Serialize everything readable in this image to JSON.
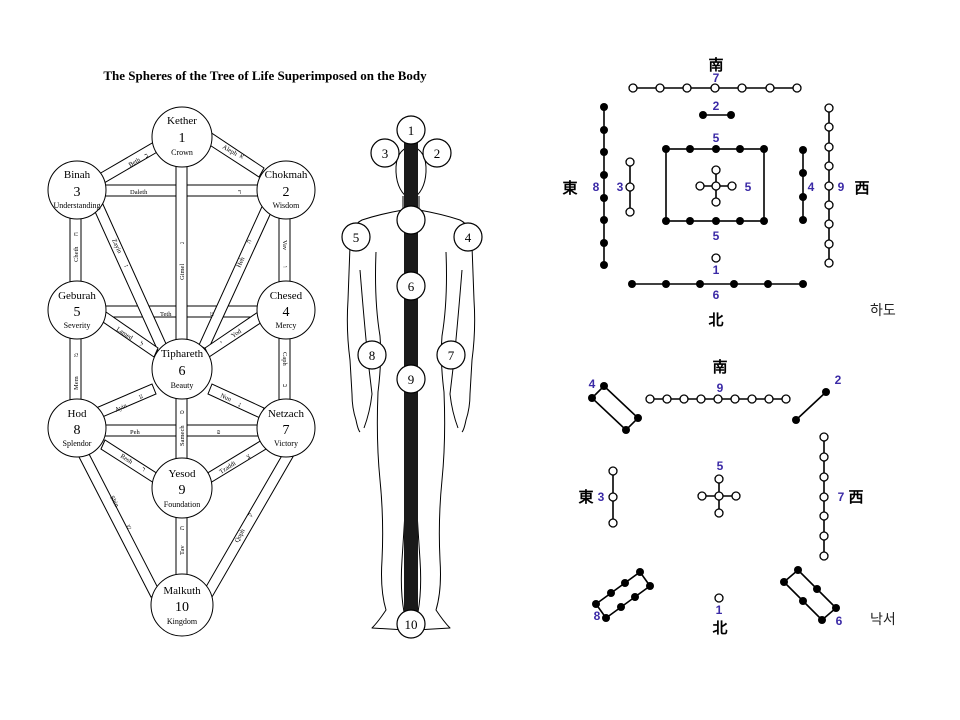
{
  "tree": {
    "title": "The Spheres of the Tree of Life Superimposed on the Body",
    "sephirot": [
      {
        "name": "Kether",
        "number": "1",
        "meaning": "Crown"
      },
      {
        "name": "Chokmah",
        "number": "2",
        "meaning": "Wisdom"
      },
      {
        "name": "Binah",
        "number": "3",
        "meaning": "Understanding"
      },
      {
        "name": "Chesed",
        "number": "4",
        "meaning": "Mercy"
      },
      {
        "name": "Geburah",
        "number": "5",
        "meaning": "Severity"
      },
      {
        "name": "Tiphareth",
        "number": "6",
        "meaning": "Beauty"
      },
      {
        "name": "Netzach",
        "number": "7",
        "meaning": "Victory"
      },
      {
        "name": "Hod",
        "number": "8",
        "meaning": "Splendor"
      },
      {
        "name": "Yesod",
        "number": "9",
        "meaning": "Foundation"
      },
      {
        "name": "Malkuth",
        "number": "10",
        "meaning": "Kingdom"
      }
    ],
    "paths": [
      {
        "label": "Aleph",
        "letter": "א"
      },
      {
        "label": "Beth",
        "letter": "ב"
      },
      {
        "label": "Gimel",
        "letter": "ג"
      },
      {
        "label": "Daleth",
        "letter": "ד"
      },
      {
        "label": "Heh",
        "letter": "ה"
      },
      {
        "label": "Vav",
        "letter": "ו"
      },
      {
        "label": "Zayin",
        "letter": "ז"
      },
      {
        "label": "Cheth",
        "letter": "ח"
      },
      {
        "label": "Teth",
        "letter": "ט"
      },
      {
        "label": "Yod",
        "letter": "י"
      },
      {
        "label": "Caph",
        "letter": "כ"
      },
      {
        "label": "Lamed",
        "letter": "ל"
      },
      {
        "label": "Mem",
        "letter": "מ"
      },
      {
        "label": "Nun",
        "letter": "נ"
      },
      {
        "label": "Samech",
        "letter": "ס"
      },
      {
        "label": "Ayin",
        "letter": "ע"
      },
      {
        "label": "Peh",
        "letter": "פ"
      },
      {
        "label": "Tzaddi",
        "letter": "צ"
      },
      {
        "label": "Qoph",
        "letter": "ק"
      },
      {
        "label": "Resh",
        "letter": "ר"
      },
      {
        "label": "Shin",
        "letter": "ש"
      },
      {
        "label": "Tav",
        "letter": "ת"
      }
    ]
  },
  "body": {
    "sphere_numbers": [
      "1",
      "2",
      "3",
      "4",
      "5",
      "6",
      "7",
      "8",
      "9",
      "10"
    ]
  },
  "hado": {
    "caption": "하도",
    "directions": {
      "south": "南",
      "north": "北",
      "east": "東",
      "west": "西"
    },
    "numbers": {
      "top": "7",
      "top_inner": "2",
      "center_top": "5",
      "center_right": "5",
      "center_bottom": "5",
      "left_inner": "3",
      "left_outer": "8",
      "right_inner": "4",
      "right_outer": "9",
      "bottom_inner": "1",
      "bottom_outer": "6"
    }
  },
  "nakseo": {
    "caption": "낙서",
    "directions": {
      "south": "南",
      "north": "北",
      "east": "東",
      "west": "西"
    },
    "numbers": {
      "top": "9",
      "top_left": "4",
      "top_right": "2",
      "left": "3",
      "center": "5",
      "right": "7",
      "bottom_left": "8",
      "bottom": "1",
      "bottom_right": "6"
    }
  }
}
